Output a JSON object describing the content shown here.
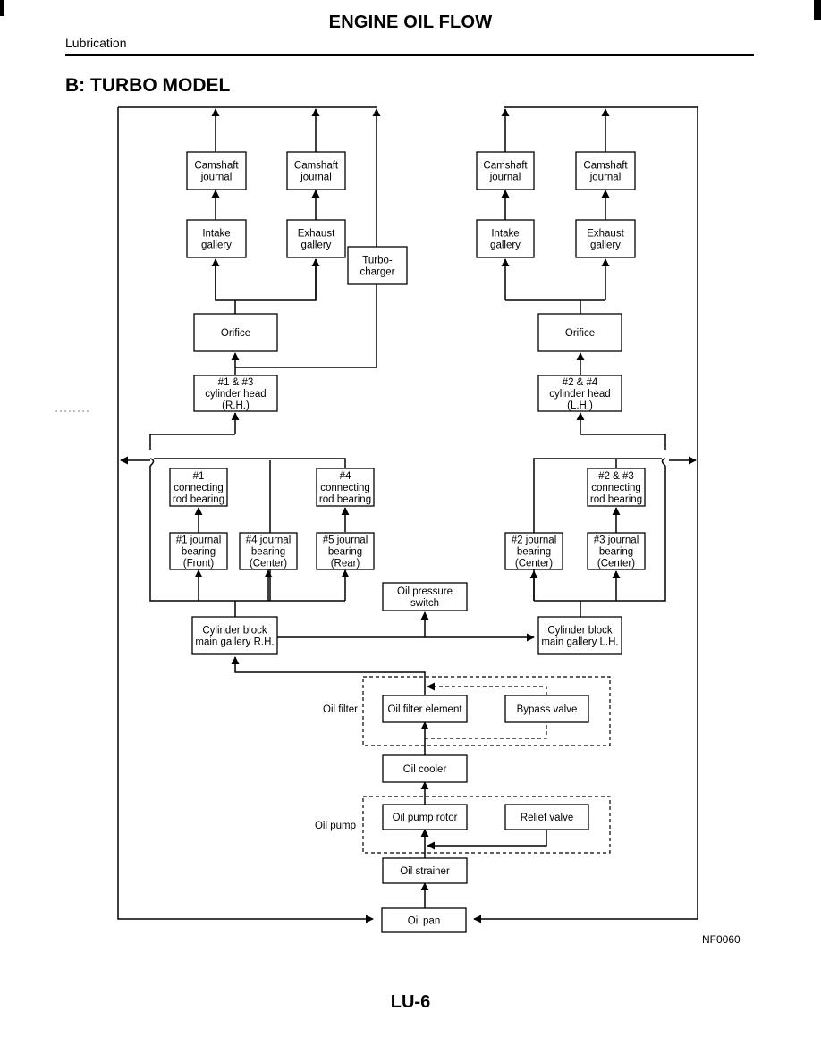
{
  "header": {
    "title": "ENGINE OIL FLOW",
    "section": "Lubrication",
    "subtitle": "B: TURBO MODEL"
  },
  "diagram": {
    "boxes": {
      "cam_rh_in": [
        "Camshaft",
        "journal"
      ],
      "cam_rh_ex": [
        "Camshaft",
        "journal"
      ],
      "cam_lh_in": [
        "Camshaft",
        "journal"
      ],
      "cam_lh_ex": [
        "Camshaft",
        "journal"
      ],
      "int_rh": [
        "Intake",
        "gallery"
      ],
      "exh_rh": [
        "Exhaust",
        "gallery"
      ],
      "int_lh": [
        "Intake",
        "gallery"
      ],
      "exh_lh": [
        "Exhaust",
        "gallery"
      ],
      "turbo": [
        "Turbo-",
        "charger"
      ],
      "orifice_rh": [
        "Orifice"
      ],
      "orifice_lh": [
        "Orifice"
      ],
      "head_rh": [
        "#1 & #3",
        "cylinder head",
        "(R.H.)"
      ],
      "head_lh": [
        "#2 & #4",
        "cylinder head",
        "(L.H.)"
      ],
      "rod1": [
        "#1",
        "connecting",
        "rod bearing"
      ],
      "rod4": [
        "#4",
        "connecting",
        "rod bearing"
      ],
      "rod23": [
        "#2 & #3",
        "connecting",
        "rod bearing"
      ],
      "jb1": [
        "#1 journal",
        "bearing",
        "(Front)"
      ],
      "jb4": [
        "#4 journal",
        "bearing",
        "(Center)"
      ],
      "jb5": [
        "#5 journal",
        "bearing",
        "(Rear)"
      ],
      "jb2": [
        "#2 journal",
        "bearing",
        "(Center)"
      ],
      "jb3": [
        "#3 journal",
        "bearing",
        "(Center)"
      ],
      "ops": [
        "Oil pressure",
        "switch"
      ],
      "cb_rh": [
        "Cylinder block",
        "main gallery R.H."
      ],
      "cb_lh": [
        "Cylinder block",
        "main gallery L.H."
      ],
      "filter_el": [
        "Oil filter element"
      ],
      "bypass": [
        "Bypass valve"
      ],
      "cooler": [
        "Oil cooler"
      ],
      "pump_rotor": [
        "Oil pump rotor"
      ],
      "relief": [
        "Relief valve"
      ],
      "strainer": [
        "Oil strainer"
      ],
      "oil_pan": [
        "Oil pan"
      ]
    },
    "group_labels": {
      "oil_filter": "Oil filter",
      "oil_pump": "Oil pump"
    }
  },
  "footer": {
    "figure_code": "NF0060",
    "page_number": "LU-6"
  }
}
